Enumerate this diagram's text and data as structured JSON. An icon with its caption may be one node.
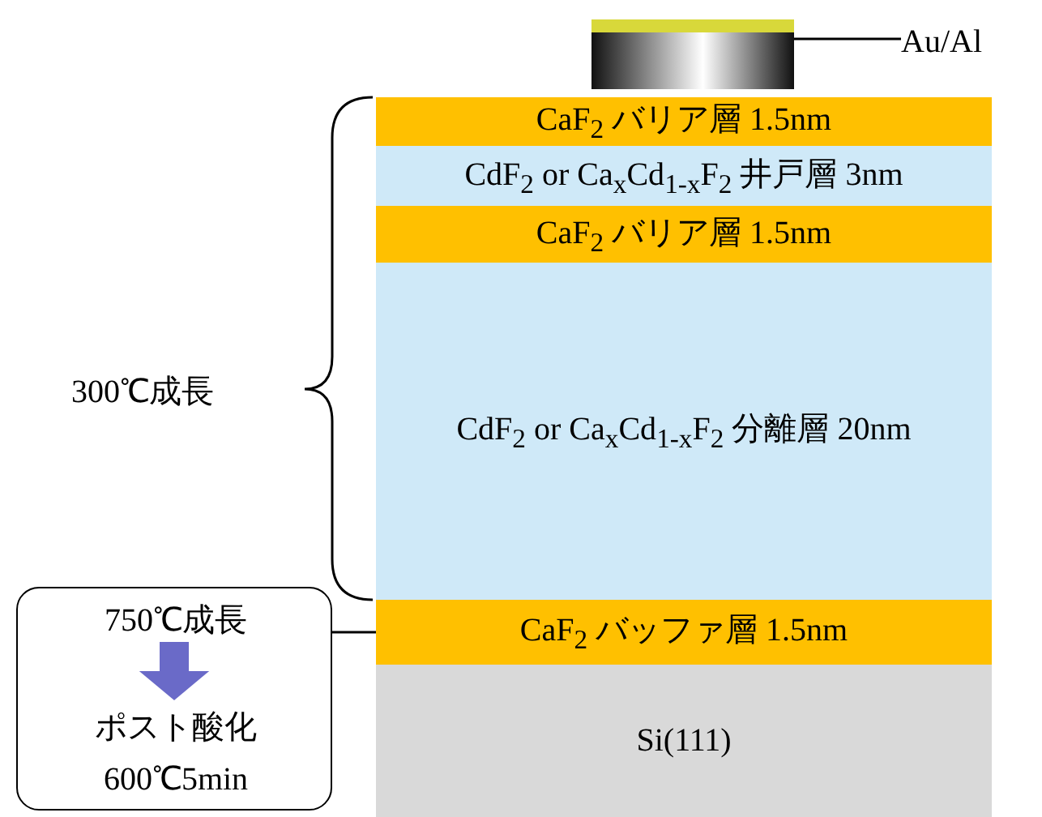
{
  "diagram": {
    "nodes": [
      {
        "text": [
          "Au/Al"
        ]
      },
      {
        "text": [],
        "shape": "box"
      },
      {
        "text": [
          "CaF$_{2}$ バリア層 1.5nm"
        ]
      },
      {
        "text": [
          "CdF$_{2}$ or Ca$_{x}$Cd$_{1-x}$F$_{2}$ 井戸層 3nm"
        ]
      },
      {
        "text": [
          "CaF$_{2}$ バリア層 1.5nm"
        ]
      },
      {
        "text": [
          "CdF$_{2}$ or Ca$_{x}$Cd$_{1-x}$F$_{2}$ 分離層 20nm"
        ]
      },
      {
        "text": [
          "CaF$_{2}$ バッファ層 1.5nm"
        ]
      },
      {
        "text": [
          "Si(111)"
        ]
      },
      {
        "text": [],
        "shape": "box"
      },
      {
        "text": [
          "750℃成長"
        ],
        "in": 8
      },
      {
        "text": [
          "ポスト酸化 600℃5min"
        ],
        "in": 8
      }
    ],
    "edges": [
      {
        "from": 0,
        "to": 1,
        "arrow": "none"
      },
      {
        "from": 9,
        "to": 10,
        "arrow": "to",
        "style": "thick",
        "color": "#6a6ac8"
      },
      {
        "from": 8,
        "to": 6,
        "arrow": "none"
      }
    ],
    "labels": [
      "300℃成長"
    ]
  }
}
